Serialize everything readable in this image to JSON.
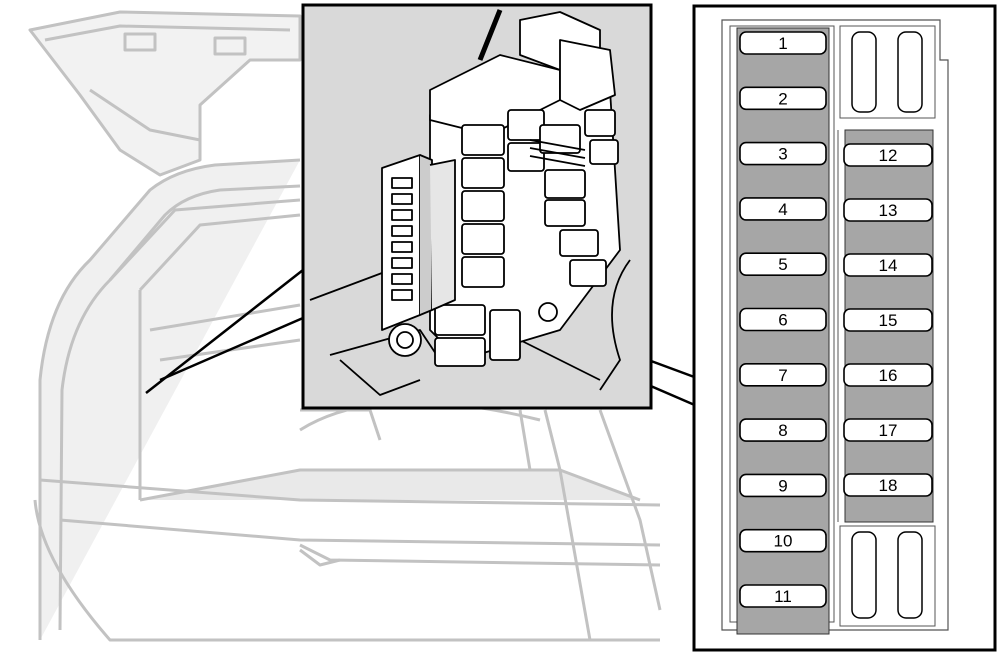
{
  "fuses_left": [
    "1",
    "2",
    "3",
    "4",
    "5",
    "6",
    "7",
    "8",
    "9",
    "10",
    "11"
  ],
  "fuses_right": [
    "12",
    "13",
    "14",
    "15",
    "16",
    "17",
    "18"
  ],
  "colors": {
    "car_line": "#c2c2c2",
    "car_fill": "#efefef",
    "detail_bg": "#d9d9d9",
    "fuse_slot": "#a6a6a6",
    "outline": "#000000"
  },
  "icons": [
    "car-trunk-illustration",
    "fuse-box-illustration"
  ]
}
